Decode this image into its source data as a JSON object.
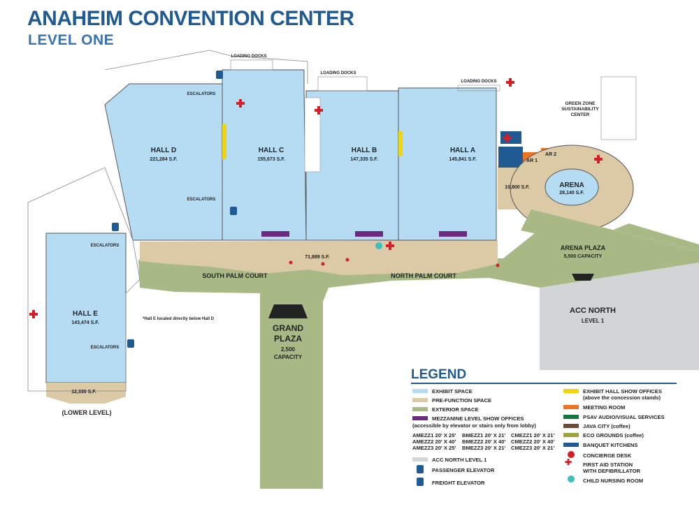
{
  "title": "ANAHEIM CONVENTION CENTER",
  "subtitle": "LEVEL ONE",
  "colors": {
    "exhibit": "#b5dcf3",
    "prefunction": "#dcc9a5",
    "exterior": "#a8b986",
    "mezzanine": "#6b2a80",
    "show_office": "#f2d40c",
    "meeting_room": "#ee7423",
    "psav": "#14783c",
    "java": "#6c4a33",
    "eco": "#9aa63a",
    "banquet": "#1f5a93",
    "acc_north": "#d3d4d6",
    "concierge": "#d32027",
    "first_aid": "#d32027",
    "nursing": "#3cbfbf"
  },
  "map": {
    "halls": [
      {
        "name": "HALL D",
        "area": "221,284 S.F."
      },
      {
        "name": "HALL C",
        "area": "155,673 S.F."
      },
      {
        "name": "HALL B",
        "area": "147,335 S.F."
      },
      {
        "name": "HALL A",
        "area": "145,841 S.F."
      },
      {
        "name": "HALL E",
        "area": "143,474 S.F."
      }
    ],
    "arena": {
      "name": "ARENA",
      "area": "28,140 S.F."
    },
    "arena_plaza": {
      "name": "ARENA PLAZA",
      "capacity": "5,500 CAPACITY"
    },
    "grand_plaza": {
      "line1": "GRAND",
      "line2": "PLAZA",
      "capacity": "2,500",
      "capacity_label": "CAPACITY"
    },
    "acc_north": {
      "name": "ACC NORTH",
      "level": "LEVEL 1"
    },
    "south_palm_court": "SOUTH PALM COURT",
    "north_palm_court": "NORTH PALM COURT",
    "prefunction_area": "71,889 S.F.",
    "arena_lobby_area": "10,800 S.F.",
    "hall_e_lobby_area": "12,330 S.F.",
    "lower_level": "(LOWER LEVEL)",
    "hall_e_note": "*Hall E located directly below Hall D",
    "loading_docks": "LOADING DOCKS",
    "escalators": "ESCALATORS",
    "green_zone": [
      "GREEN ZONE",
      "SUSTAINABILITY",
      "CENTER"
    ],
    "ar1": "AR 1",
    "ar2": "AR 2"
  },
  "legend": {
    "title": "LEGEND",
    "exhibit": "EXHIBIT SPACE",
    "prefunction": "PRE-FUNCTION SPACE",
    "exterior": "EXTERIOR SPACE",
    "mezzanine": "MEZZANINE LEVEL SHOW OFFICES",
    "mezzanine_note": "(accessible by elevator or stairs only from lobby)",
    "mezz_a": [
      "AMEZZ1  20' X 25'",
      "AMEZZ2  20' X 40'",
      "AMEZZ3  20' X 25'"
    ],
    "mezz_b": [
      "BMEZZ1  20' X 21'",
      "BMEZZ2  20' X 40'",
      "BMEZZ3  20' X 21'"
    ],
    "mezz_c": [
      "CMEZZ1  20' X 21'",
      "CMEZZ2  20' X 40'",
      "CMEZZ3  20' X 21'"
    ],
    "acc_north": "ACC NORTH LEVEL 1",
    "passenger_elevator": "PASSENGER ELEVATOR",
    "freight_elevator": "FREIGHT ELEVATOR",
    "show_office": "EXHIBIT HALL SHOW OFFICES",
    "show_office_note": "(above the concession stands)",
    "meeting_room": "MEETING ROOM",
    "psav": "PSAV AUDIO/VISUAL SERVICES",
    "java": "JAVA CITY (coffee)",
    "eco": "ECO GROUNDS (coffee)",
    "banquet": "BANQUET KITCHENS",
    "concierge": "CONCIERGE DESK",
    "first_aid": "FIRST AID STATION",
    "first_aid_note": "WITH DEFIBRILLATOR",
    "nursing": "CHILD NURSING ROOM"
  }
}
